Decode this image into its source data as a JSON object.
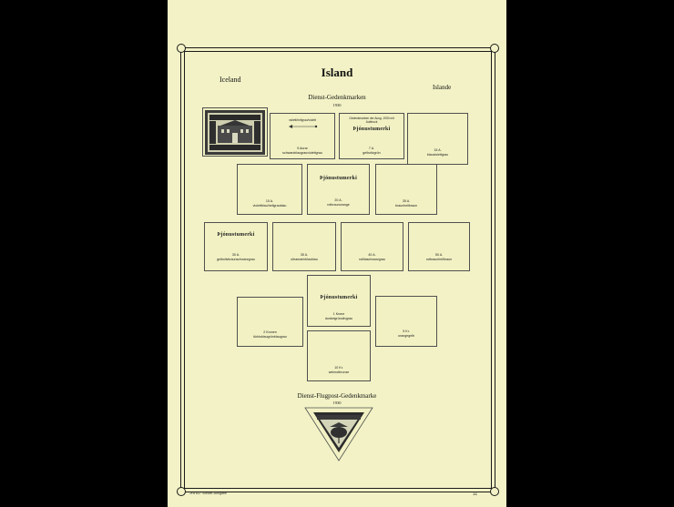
{
  "page": {
    "title": "Island",
    "title_en": "Iceland",
    "title_fr": "Islande",
    "section1": "Dienst-Gedenkmarken",
    "year1": "1930",
    "section2": "Dienst-Flugpost-Gedenkmarke",
    "year2": "1930",
    "footer_left": "JFA 837  Sonder-Ausgabe",
    "page_number": "11"
  },
  "overprint_text": "Þjónustumerki",
  "stamps": [
    {
      "id": "s1",
      "lines": [],
      "has_stamp": true
    },
    {
      "id": "s2",
      "lines": [
        "5 Aurar",
        "schwarzblaugrauviolettgrau"
      ],
      "top_note": "violett/hellgrau/violett"
    },
    {
      "id": "s3",
      "lines": [
        "7 A.",
        "gelbolivgrün"
      ],
      "top_note": "Gedenkmarken der Ausg. 1930 mit Aufdruck"
    },
    {
      "id": "s4",
      "lines": [
        "15 A.",
        "blauviolettgrau"
      ]
    },
    {
      "id": "s5",
      "lines": [
        "15 A.",
        "violettblau/hellgraublau"
      ]
    },
    {
      "id": "s6",
      "lines": [
        "20 A.",
        "rotbraunorange"
      ]
    },
    {
      "id": "s7",
      "lines": [
        "35 A.",
        "braunhellbraun"
      ]
    },
    {
      "id": "s8",
      "lines": [
        "30 A.",
        "gelbolivbraunschwarzgrau"
      ]
    },
    {
      "id": "s9",
      "lines": [
        "35 A.",
        "ultramarinblaublau"
      ]
    },
    {
      "id": "s10",
      "lines": [
        "40 A.",
        "rotlilaschwarzgrau"
      ]
    },
    {
      "id": "s11",
      "lines": [
        "50 A.",
        "rotbraunhellbraun"
      ]
    },
    {
      "id": "s12",
      "lines": [
        "1 Krone",
        "dunkelgrünolivgrau"
      ]
    },
    {
      "id": "s13",
      "lines": [
        "2 Kronen",
        "türkisblaugrünblaugrau"
      ]
    },
    {
      "id": "s14",
      "lines": [
        "5 Kr.",
        "orangegelb"
      ]
    },
    {
      "id": "s15",
      "lines": [
        "10 Kr.",
        "weinrotbronze"
      ]
    }
  ],
  "colors": {
    "page": "#f2f2c6",
    "background": "#000000",
    "line": "#1a1a1a",
    "stamp_ink": "#2a2a2a"
  }
}
